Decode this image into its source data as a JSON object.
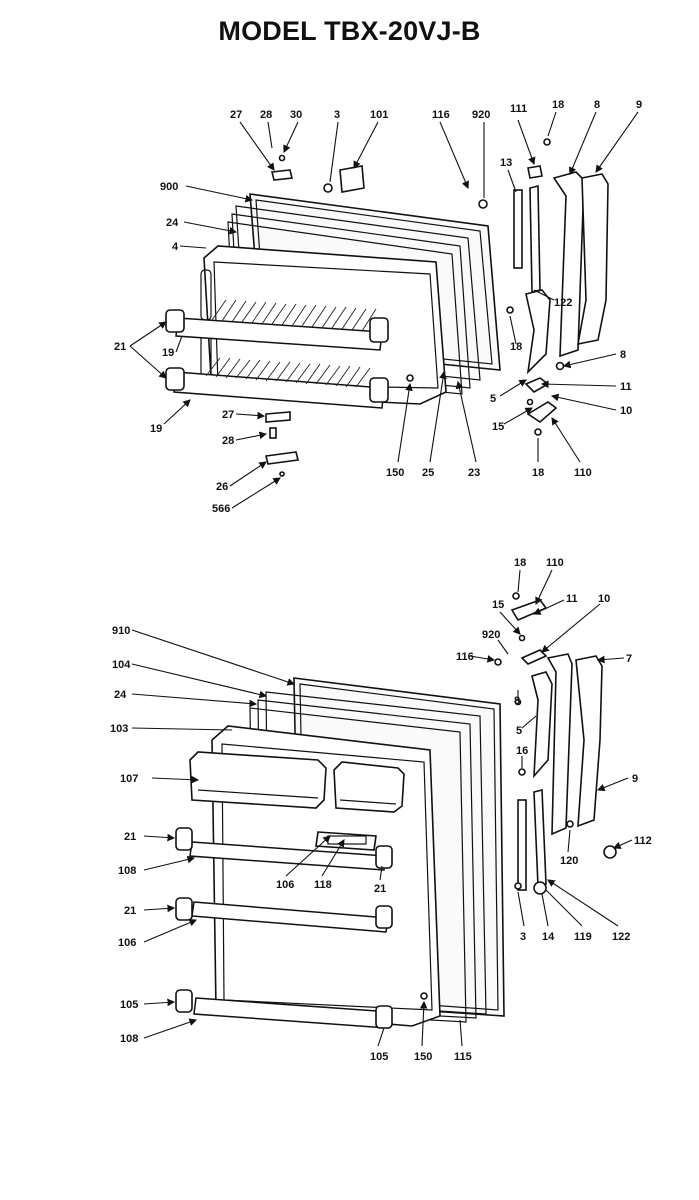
{
  "title": "MODEL TBX-20VJ-B",
  "freezer_door": {
    "labels": [
      "27",
      "28",
      "30",
      "3",
      "101",
      "116",
      "920",
      "111",
      "18",
      "8",
      "9",
      "900",
      "24",
      "4",
      "13",
      "122",
      "21",
      "19",
      "18",
      "8",
      "11",
      "5",
      "10",
      "15",
      "19",
      "27",
      "28",
      "26",
      "566",
      "150",
      "25",
      "23",
      "18",
      "110"
    ]
  },
  "fresh_food_door": {
    "labels": [
      "18",
      "110",
      "15",
      "11",
      "10",
      "920",
      "116",
      "7",
      "910",
      "104",
      "8",
      "24",
      "103",
      "5",
      "16",
      "107",
      "9",
      "21",
      "112",
      "108",
      "106",
      "118",
      "21",
      "120",
      "21",
      "106",
      "3",
      "14",
      "119",
      "122",
      "105",
      "108",
      "105",
      "150",
      "115"
    ]
  }
}
